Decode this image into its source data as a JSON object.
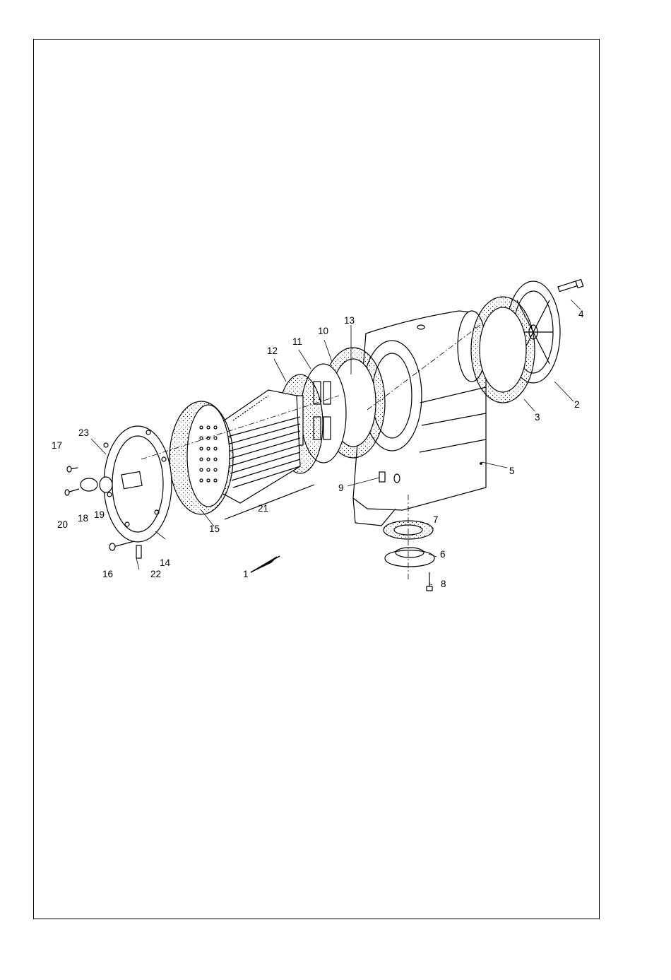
{
  "diagram": {
    "callouts": [
      {
        "id": "1",
        "text": "1"
      },
      {
        "id": "2",
        "text": "2"
      },
      {
        "id": "3",
        "text": "3"
      },
      {
        "id": "4",
        "text": "4"
      },
      {
        "id": "5",
        "text": "5"
      },
      {
        "id": "6",
        "text": "6"
      },
      {
        "id": "7",
        "text": "7"
      },
      {
        "id": "8",
        "text": "8"
      },
      {
        "id": "9",
        "text": "9"
      },
      {
        "id": "10",
        "text": "10"
      },
      {
        "id": "11",
        "text": "11"
      },
      {
        "id": "12",
        "text": "12"
      },
      {
        "id": "13",
        "text": "13"
      },
      {
        "id": "14",
        "text": "14"
      },
      {
        "id": "15",
        "text": "15"
      },
      {
        "id": "16",
        "text": "16"
      },
      {
        "id": "17",
        "text": "17"
      },
      {
        "id": "18",
        "text": "18"
      },
      {
        "id": "19",
        "text": "19"
      },
      {
        "id": "20",
        "text": "20"
      },
      {
        "id": "21",
        "text": "21"
      },
      {
        "id": "22",
        "text": "22"
      },
      {
        "id": "23",
        "text": "23"
      }
    ],
    "line_color": "#000000",
    "paper_color": "#ffffff"
  }
}
